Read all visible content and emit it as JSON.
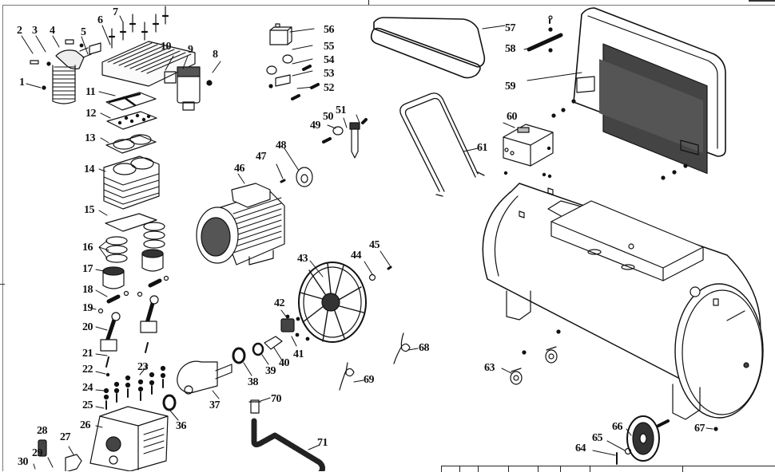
{
  "diagram": {
    "title": "Air compressor exploded parts view",
    "type": "exploded-parts-diagram",
    "callouts": [
      {
        "id": "1",
        "label": "1",
        "part": "bolt"
      },
      {
        "id": "2",
        "label": "2",
        "part": "bolt"
      },
      {
        "id": "3",
        "label": "3",
        "part": "washer"
      },
      {
        "id": "4",
        "label": "4",
        "part": "exhaust-pipe"
      },
      {
        "id": "5",
        "label": "5",
        "part": "gasket"
      },
      {
        "id": "6",
        "label": "6",
        "part": "bolt"
      },
      {
        "id": "7",
        "label": "7",
        "part": "bolts"
      },
      {
        "id": "8",
        "label": "8",
        "part": "nut"
      },
      {
        "id": "9",
        "label": "9",
        "part": "air-filter"
      },
      {
        "id": "10",
        "label": "10",
        "part": "cylinder-head"
      },
      {
        "id": "11",
        "label": "11",
        "part": "head-gasket"
      },
      {
        "id": "12",
        "label": "12",
        "part": "valve-plate"
      },
      {
        "id": "13",
        "label": "13",
        "part": "gasket"
      },
      {
        "id": "14",
        "label": "14",
        "part": "cylinder"
      },
      {
        "id": "15",
        "label": "15",
        "part": "cylinder-gasket"
      },
      {
        "id": "16",
        "label": "16",
        "part": "piston-rings"
      },
      {
        "id": "17",
        "label": "17",
        "part": "piston"
      },
      {
        "id": "18",
        "label": "18",
        "part": "piston-pin"
      },
      {
        "id": "19",
        "label": "19",
        "part": "circlip"
      },
      {
        "id": "20",
        "label": "20",
        "part": "connecting-rod"
      },
      {
        "id": "21",
        "label": "21",
        "part": "rod-bolt"
      },
      {
        "id": "22",
        "label": "22",
        "part": "washer"
      },
      {
        "id": "23",
        "label": "23",
        "part": "nut"
      },
      {
        "id": "24",
        "label": "24",
        "part": "washer"
      },
      {
        "id": "25",
        "label": "25",
        "part": "stud"
      },
      {
        "id": "26",
        "label": "26",
        "part": "crankcase"
      },
      {
        "id": "27",
        "label": "27",
        "part": "gasket"
      },
      {
        "id": "28",
        "label": "28",
        "part": "oil-dipstick"
      },
      {
        "id": "29",
        "label": "29",
        "part": "o-ring"
      },
      {
        "id": "30",
        "label": "30",
        "part": "oil-sight-glass"
      },
      {
        "id": "36",
        "label": "36",
        "part": "bearing"
      },
      {
        "id": "37",
        "label": "37",
        "part": "crankshaft"
      },
      {
        "id": "38",
        "label": "38",
        "part": "bearing"
      },
      {
        "id": "39",
        "label": "39",
        "part": "oil-seal"
      },
      {
        "id": "40",
        "label": "40",
        "part": "gasket"
      },
      {
        "id": "41",
        "label": "41",
        "part": "bearing-cover"
      },
      {
        "id": "42",
        "label": "42",
        "part": "screw"
      },
      {
        "id": "43",
        "label": "43",
        "part": "flywheel"
      },
      {
        "id": "44",
        "label": "44",
        "part": "washer"
      },
      {
        "id": "45",
        "label": "45",
        "part": "bolt"
      },
      {
        "id": "46",
        "label": "46",
        "part": "electric-motor"
      },
      {
        "id": "47",
        "label": "47",
        "part": "key"
      },
      {
        "id": "48",
        "label": "48",
        "part": "motor-pulley"
      },
      {
        "id": "49",
        "label": "49",
        "part": "fitting"
      },
      {
        "id": "50",
        "label": "50",
        "part": "check-valve-cap"
      },
      {
        "id": "51",
        "label": "51",
        "part": "check-valve"
      },
      {
        "id": "52",
        "label": "52",
        "part": "fitting"
      },
      {
        "id": "53",
        "label": "53",
        "part": "manifold"
      },
      {
        "id": "54",
        "label": "54",
        "part": "safety-valve"
      },
      {
        "id": "55",
        "label": "55",
        "part": "pressure-gauge"
      },
      {
        "id": "56",
        "label": "56",
        "part": "pressure-switch"
      },
      {
        "id": "57",
        "label": "57",
        "part": "v-belt"
      },
      {
        "id": "58",
        "label": "58",
        "part": "bracket"
      },
      {
        "id": "59",
        "label": "59",
        "part": "belt-guard"
      },
      {
        "id": "60",
        "label": "60",
        "part": "switch-box"
      },
      {
        "id": "61",
        "label": "61",
        "part": "handle"
      },
      {
        "id": "63",
        "label": "63",
        "part": "caster-wheel"
      },
      {
        "id": "64",
        "label": "64",
        "part": "pin"
      },
      {
        "id": "65",
        "label": "65",
        "part": "washer"
      },
      {
        "id": "66",
        "label": "66",
        "part": "wheel"
      },
      {
        "id": "67",
        "label": "67",
        "part": "drain-valve"
      },
      {
        "id": "68",
        "label": "68",
        "part": "spring-clip"
      },
      {
        "id": "69",
        "label": "69",
        "part": "spring-clip"
      },
      {
        "id": "70",
        "label": "70",
        "part": "fitting"
      },
      {
        "id": "71",
        "label": "71",
        "part": "delivery-pipe"
      }
    ]
  },
  "bom_table": {
    "columns": 9,
    "visible_text": []
  }
}
